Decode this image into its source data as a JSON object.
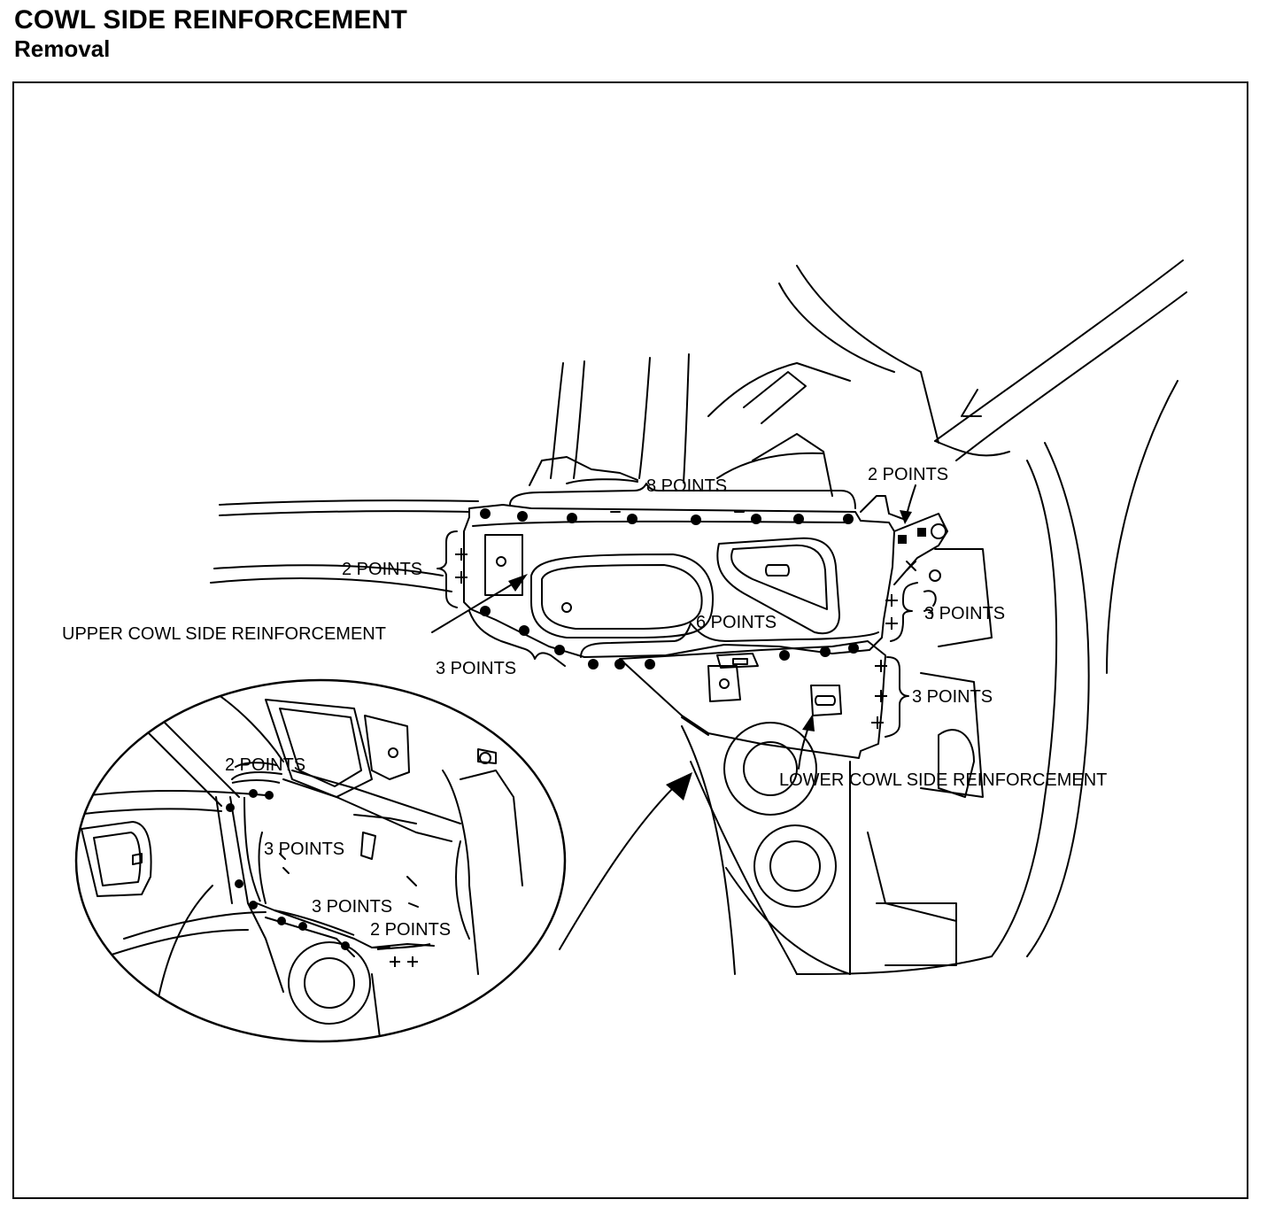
{
  "header": {
    "title": "COWL SIDE REINFORCEMENT",
    "subtitle": "Removal"
  },
  "labels": {
    "eight_points": "8 POINTS",
    "two_points_top_right": "2 POINTS",
    "two_points_left": "2 POINTS",
    "upper_cowl": "UPPER COWL SIDE REINFORCEMENT",
    "three_points_lower_left": "3 POINTS",
    "six_points": "6 POINTS",
    "three_points_right_upper": "3 POINTS",
    "three_points_right_lower": "3 POINTS",
    "lower_cowl": "LOWER COWL SIDE REINFORCEMENT"
  },
  "inset_labels": {
    "two_points_top": "2 POINTS",
    "three_points_middle": "3 POINTS",
    "three_points_bottom": "3 POINTS",
    "two_points_bottom": "2 POINTS"
  },
  "icons": {
    "weld_spot": "filled-dot-icon",
    "weld_plus": "plus-mark-icon",
    "leader_arrow": "arrowhead-icon"
  }
}
